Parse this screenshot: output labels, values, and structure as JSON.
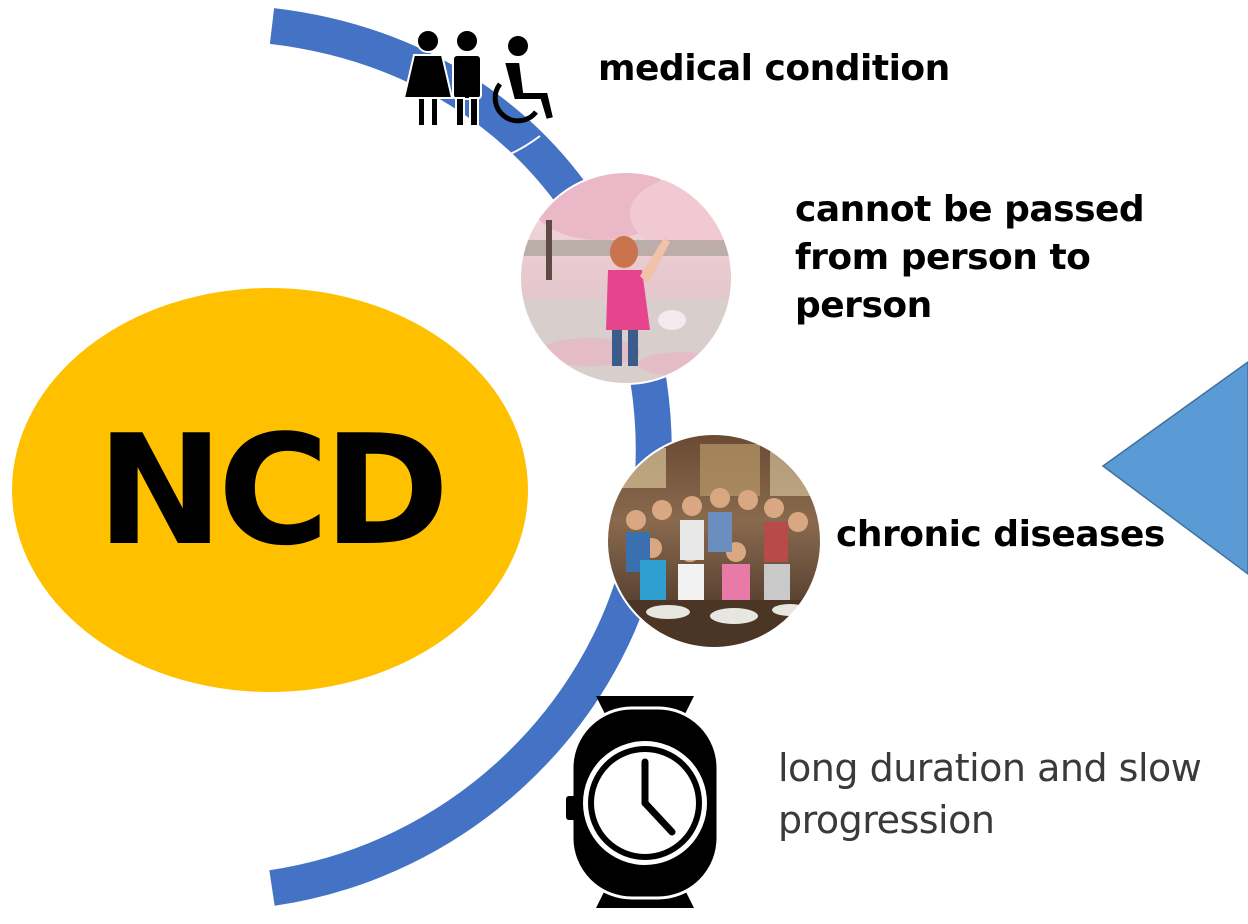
{
  "center": {
    "title": "NCD",
    "color": "#FFC000"
  },
  "arc_color": "#4472C4",
  "pointer_color": "#5B9BD5",
  "items": [
    {
      "label": "medical condition",
      "icon": "people-wheelchair-icon"
    },
    {
      "label": "cannot be passed from person to person",
      "image": "child-playing-cherry-blossoms-photo"
    },
    {
      "label": "chronic diseases",
      "image": "group-dinner-photo"
    },
    {
      "label": "long duration and slow progression",
      "icon": "wristwatch-icon"
    }
  ]
}
